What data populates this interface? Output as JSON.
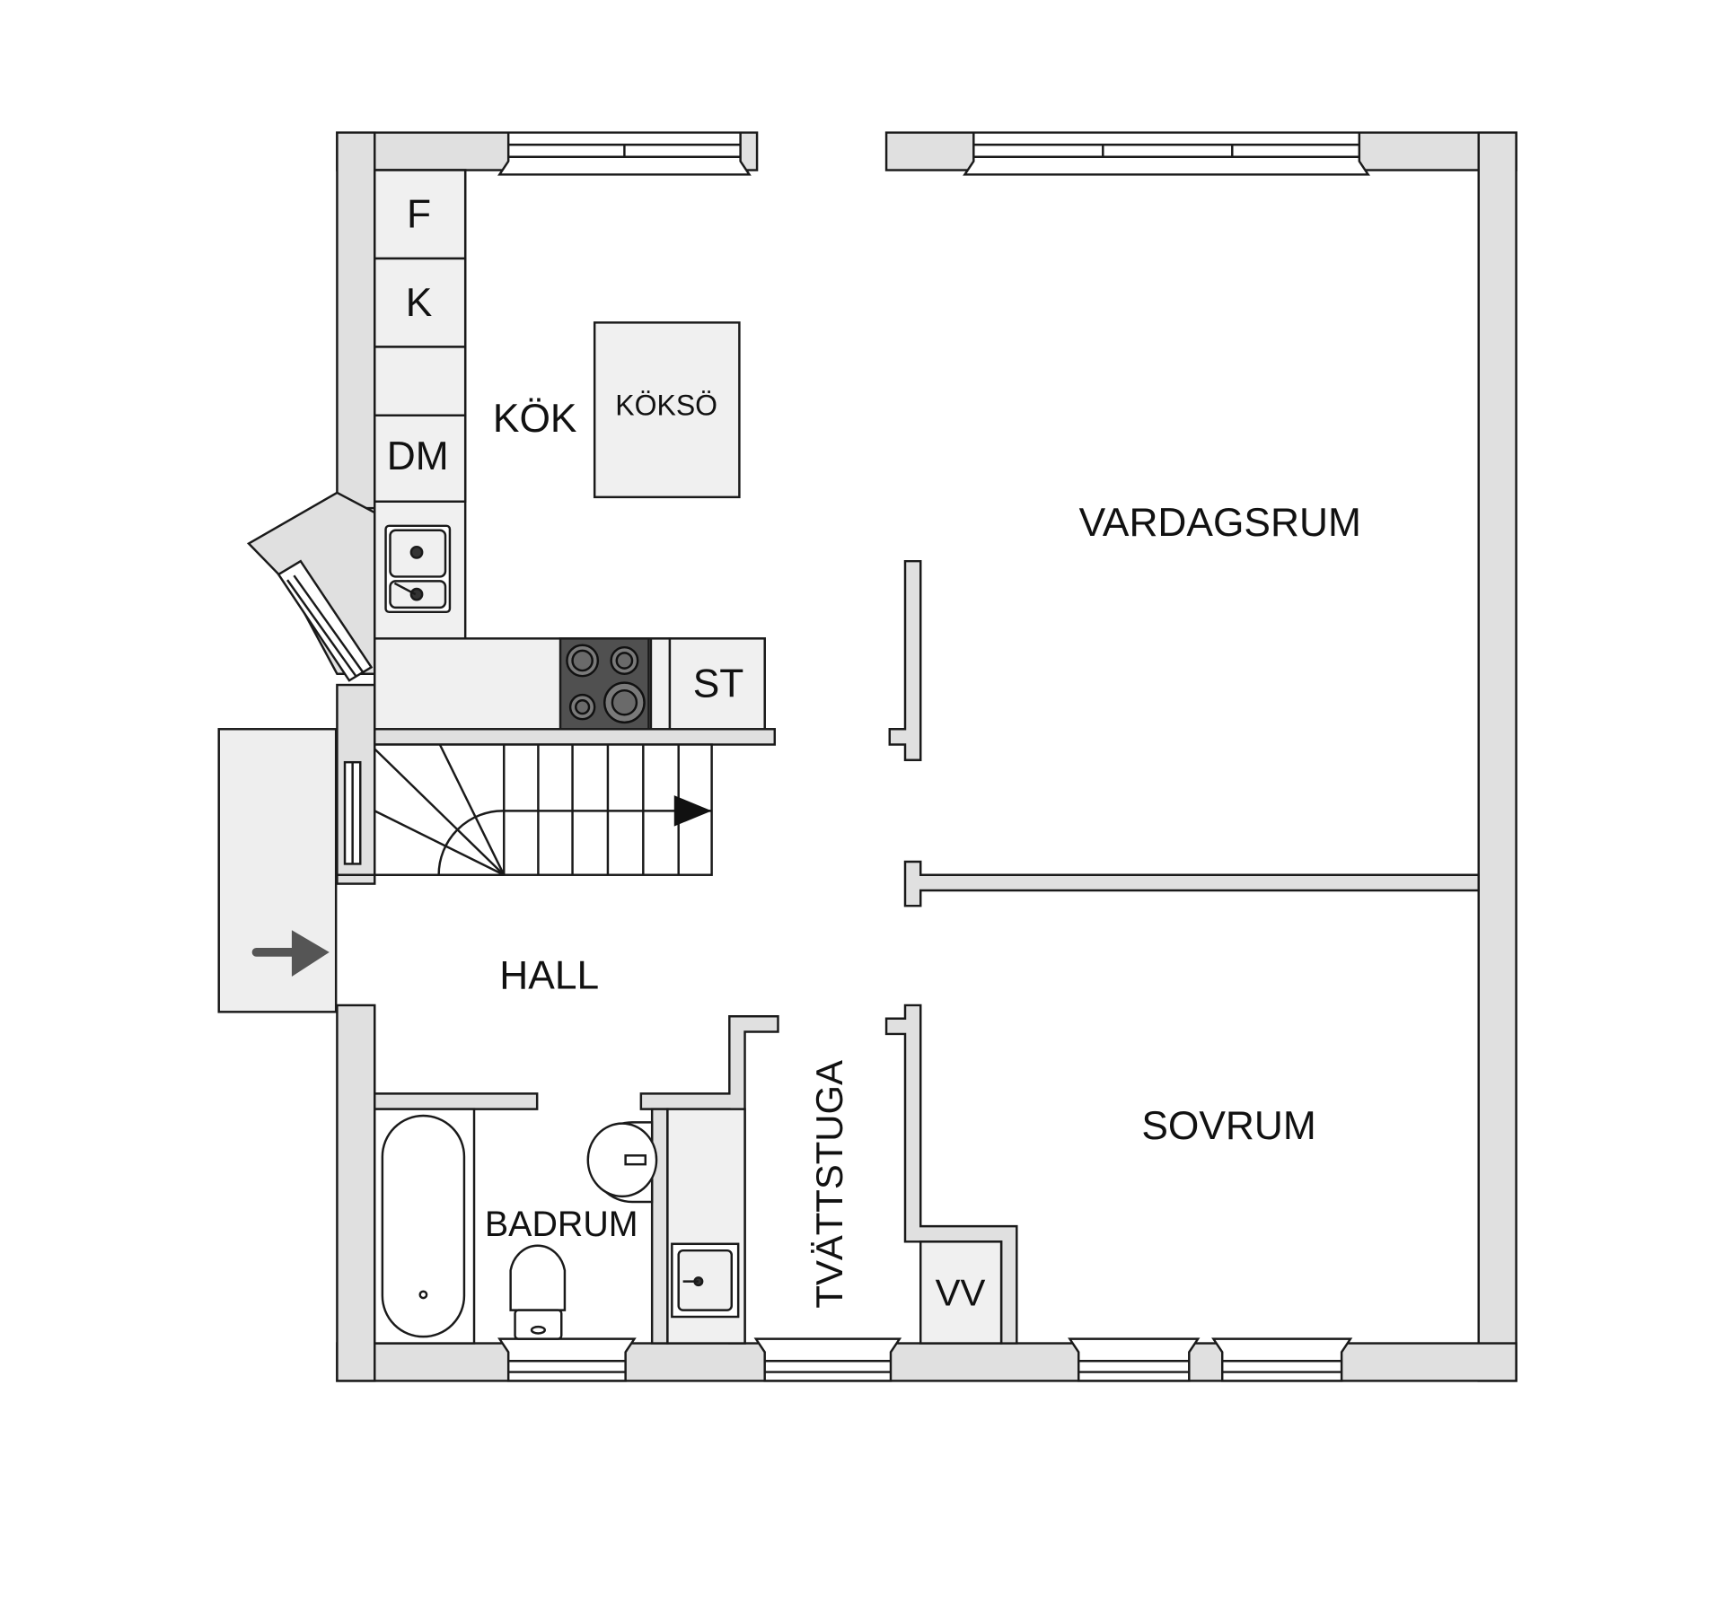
{
  "colors": {
    "wall_fill": "#e0e0e0",
    "line": "#1a1a1a",
    "appliance_fill": "#f0f0f0",
    "hob_fill": "#505050",
    "arrow": "#555555",
    "background": "#ffffff"
  },
  "rooms": {
    "kok": "KÖK",
    "vardagsrum": "VARDAGSRUM",
    "hall": "HALL",
    "badrum": "BADRUM",
    "tvattstuga": "TVÄTTSTUGA",
    "sovrum": "SOVRUM"
  },
  "fixtures": {
    "fridge": "F",
    "freezer": "K",
    "dishwasher": "DM",
    "island": "KÖKSÖ",
    "wardrobe": "ST",
    "water_heater": "VV"
  },
  "icons": {
    "entrance": "entrance-arrow-icon",
    "stairs": "stair-direction-arrow-icon"
  }
}
